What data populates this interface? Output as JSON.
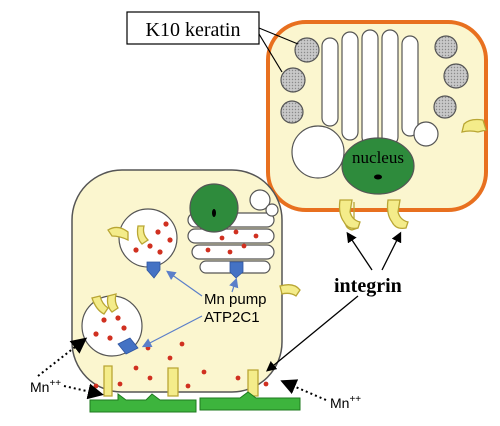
{
  "labels": {
    "k10_keratin": "K10 keratin",
    "nucleus": "nucleus",
    "integrin": "integrin",
    "mn_pump_line1": "Mn pump",
    "mn_pump_line2": "ATP2C1",
    "mn_left": "Mn",
    "mn_right": "Mn",
    "mn_charge": "++"
  },
  "colors": {
    "cytoplasm": "#fbf6cf",
    "cell_outline_lower": "#555555",
    "cell_outline_upper": "#e8701f",
    "nucleus_fill": "#2e8b3c",
    "keratin_granule": "#bdbdbd",
    "integrin_fill": "#f4ec8a",
    "integrin_stroke": "#b9a634",
    "mn_dot": "#d03020",
    "pump_fill": "#4472c4",
    "matrix_green": "#3db43d",
    "arrow_blue": "#5b7fc9"
  }
}
